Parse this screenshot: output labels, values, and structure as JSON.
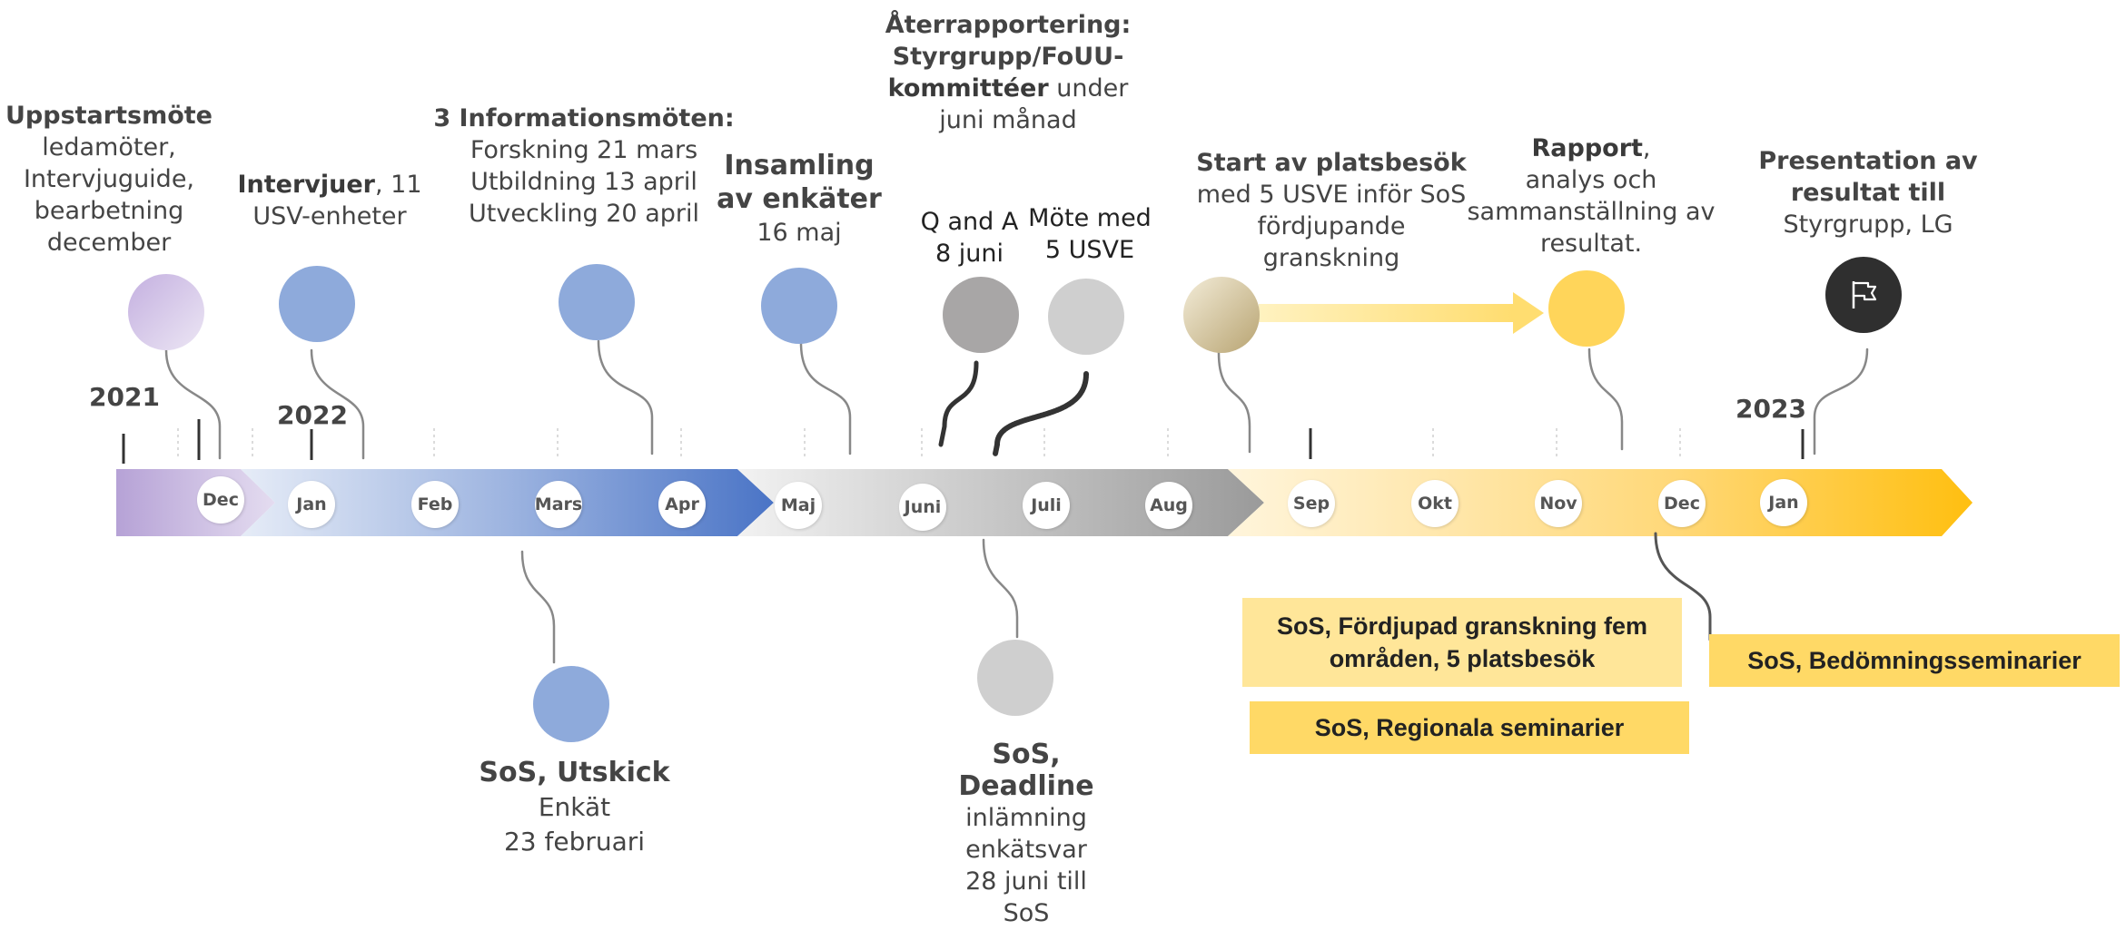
{
  "years": {
    "y2021": "2021",
    "y2022": "2022",
    "y2023": "2023"
  },
  "months": [
    "Dec",
    "Jan",
    "Feb",
    "Mars",
    "Apr",
    "Maj",
    "Juni",
    "Juli",
    "Aug",
    "Sep",
    "Okt",
    "Nov",
    "Dec",
    "Jan"
  ],
  "milestones": {
    "uppstart": {
      "title": "Uppstartsmöte",
      "body": [
        "ledamöter,",
        "Intervjuguide,",
        "bearbetning",
        "december"
      ]
    },
    "intervjuer": {
      "title": "Intervjuer",
      "rest": ", 11",
      "line2": "USV-enheter"
    },
    "info": {
      "title": "3 Informationsmöten:",
      "lines": [
        "Forskning 21 mars",
        "Utbildning 13 april",
        "Utveckling 20 april"
      ]
    },
    "insamling": {
      "title1": "Insamling",
      "title2": "av enkäter",
      "line": "16 maj"
    },
    "qa": {
      "line1": "Q and A",
      "line2": "8 juni"
    },
    "aterrapport": {
      "title": "Återrapportering:",
      "line2": "Styrgrupp/FoUU-",
      "line3_bold": "kommittéer",
      "line3_rest": " under",
      "line4": "juni månad"
    },
    "mote": {
      "line1": "Möte med",
      "line2": "5 USVE"
    },
    "platsbesok": {
      "title": "Start av platsbesök",
      "lines": [
        "med 5 USVE inför SoS",
        "fördjupande",
        "granskning"
      ]
    },
    "rapport": {
      "title": "Rapport",
      "rest": ",",
      "lines": [
        "analys och",
        "sammanställning av",
        "resultat."
      ]
    },
    "presentation": {
      "title1": "Presentation av",
      "title2": "resultat till",
      "line": "Styrgrupp, LG"
    },
    "utskick": {
      "title": "SoS, Utskick",
      "lines": [
        "Enkät",
        "23 februari"
      ]
    },
    "deadline": {
      "title1": "SoS,",
      "title2": "Deadline",
      "lines": [
        "inlämning",
        "enkätsvar",
        "28 juni till",
        "SoS"
      ]
    }
  },
  "boxes": {
    "fordjupad": {
      "line1": "SoS, Fördjupad granskning fem",
      "line2": "områden, 5 platsbesök"
    },
    "regionala": "SoS, Regionala seminarier",
    "bedomning": "SoS, Bedömningsseminarier"
  },
  "icons": {
    "flag": "flag-icon"
  },
  "colors": {
    "purple": "#b9a6d8",
    "blue": "#8eaadb",
    "blue_dark": "#4472c4",
    "grey": "#a5a5a5",
    "gold": "#ffc000",
    "box_light": "#ffe699",
    "box_mid": "#ffd966"
  }
}
